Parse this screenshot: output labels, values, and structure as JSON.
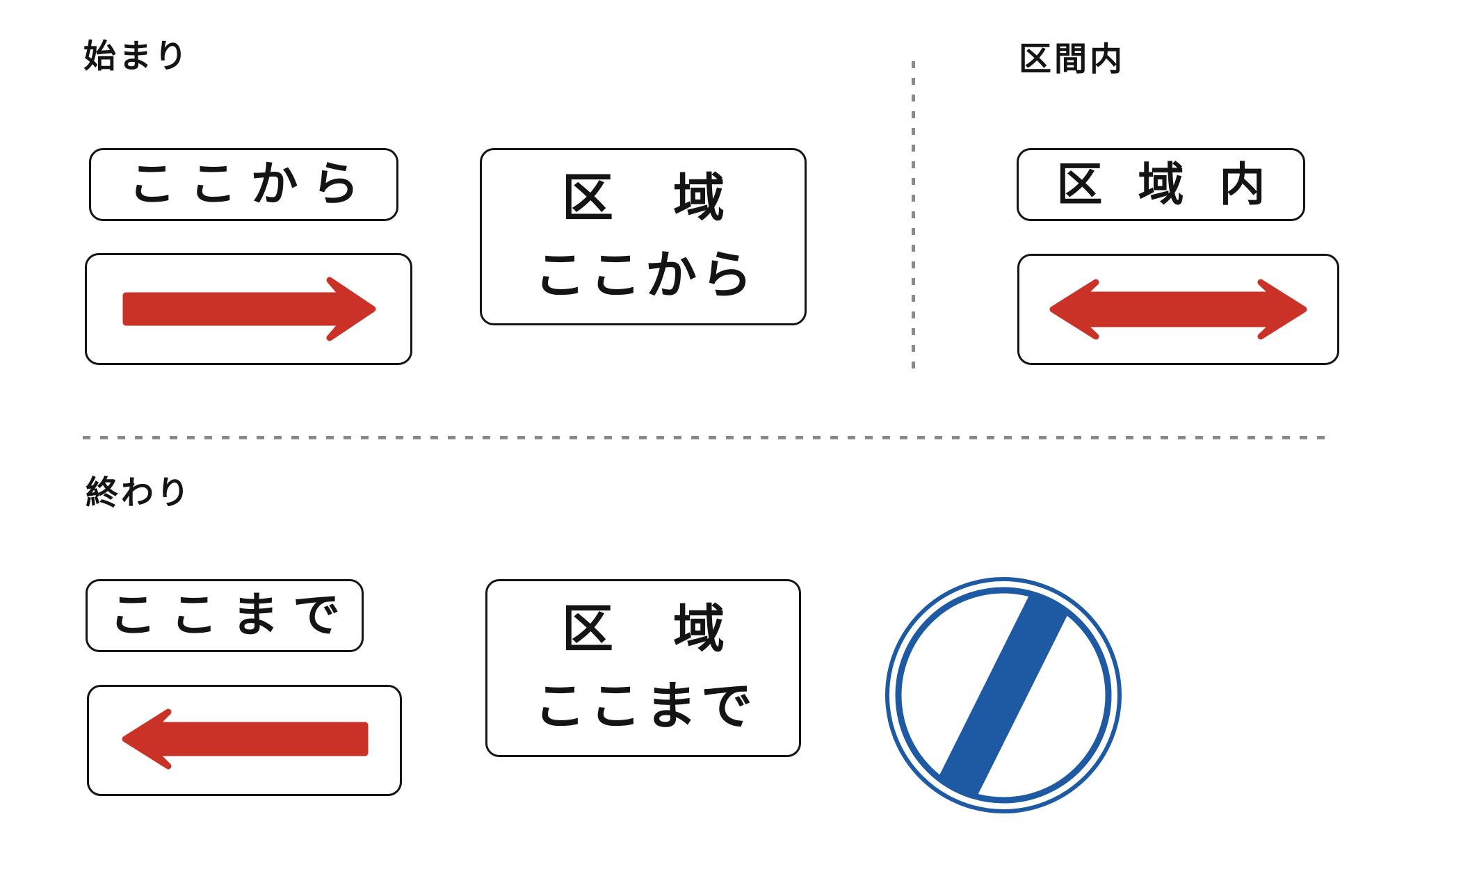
{
  "diagram_title": "",
  "colors": {
    "arrow_red": "#CB3227",
    "restriction_blue": "#1E5AA4",
    "sign_border_black": "#141414",
    "divider_gray": "#8A8A8A",
    "background": "#FFFFFF"
  },
  "sections": {
    "start": {
      "label": "始まり"
    },
    "within": {
      "label": "区間内"
    },
    "end": {
      "label": "終わり"
    }
  },
  "signs": {
    "koko_kara": {
      "text": "ここから"
    },
    "arrow_right": {
      "icon": "right-arrow-icon"
    },
    "zone_koko_kara": {
      "line1": "区　域",
      "line2": "ここから"
    },
    "zone_inside": {
      "text": "区 域 内"
    },
    "arrow_double": {
      "icon": "double-arrow-icon"
    },
    "koko_made": {
      "text": "ここまで"
    },
    "arrow_left": {
      "icon": "left-arrow-icon"
    },
    "zone_koko_made": {
      "line1": "区　域",
      "line2": "ここまで"
    },
    "end_of_restriction": {
      "icon": "end-of-restriction-icon"
    }
  }
}
